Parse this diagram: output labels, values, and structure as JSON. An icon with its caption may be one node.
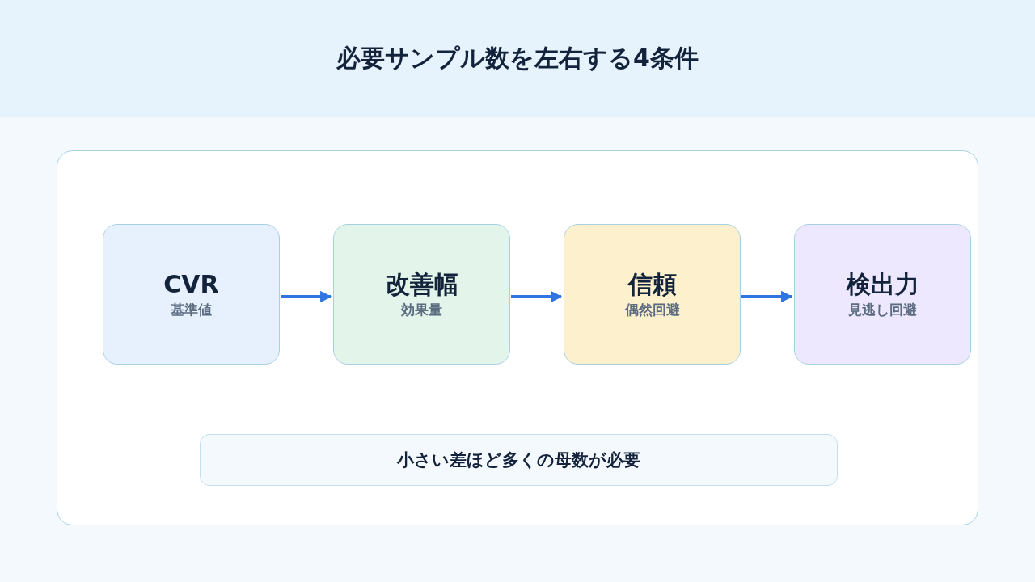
{
  "diagram": {
    "title": "必要サンプル数を左右する4条件",
    "nodes": [
      {
        "text": [],
        "shape": "box"
      },
      {
        "text": [
          "CVR",
          "基準値"
        ],
        "in": 0
      },
      {
        "text": [
          "改善幅",
          "効果量"
        ],
        "in": 0
      },
      {
        "text": [
          "信頼",
          "偶然回避"
        ],
        "in": 0
      },
      {
        "text": [
          "検出力",
          "見逃し回避"
        ],
        "in": 0
      },
      {
        "text": [
          "小さい差ほど多くの母数が必要"
        ],
        "in": 0
      }
    ],
    "edges": [
      {
        "from": 1,
        "to": 2,
        "arrow": "to"
      },
      {
        "from": 2,
        "to": 3,
        "arrow": "to"
      },
      {
        "from": 3,
        "to": 4,
        "arrow": "to"
      }
    ]
  }
}
